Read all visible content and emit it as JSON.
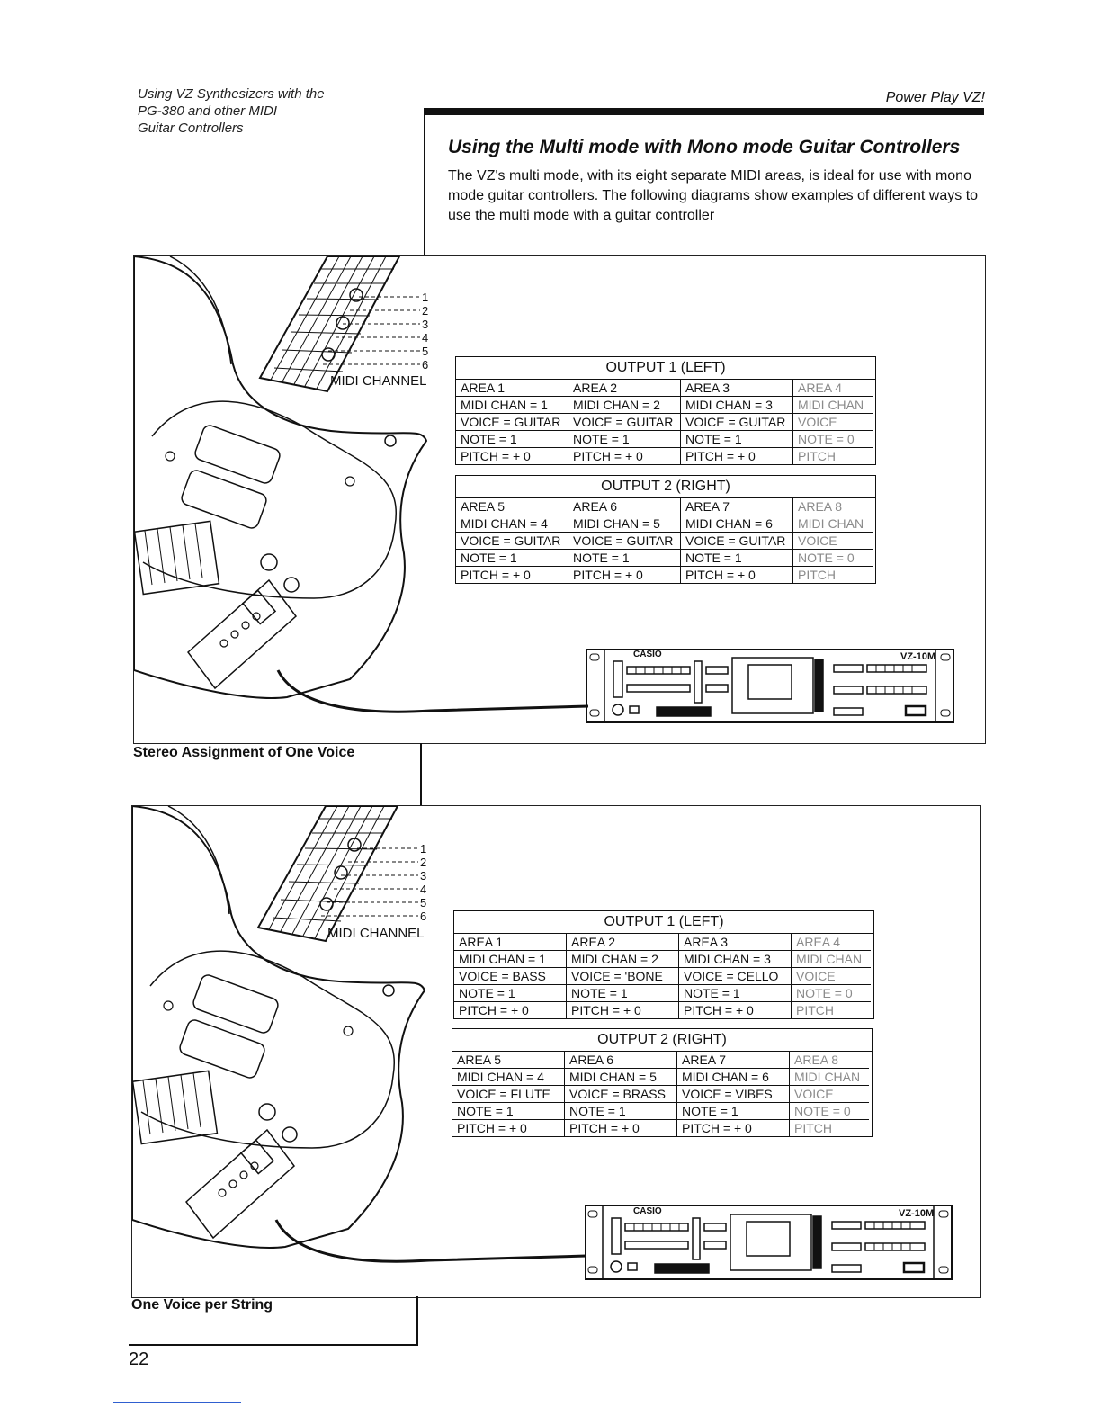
{
  "header": {
    "section_lines": [
      "Using VZ Synthesizers with the",
      "PG-380 and other MIDI",
      "Guitar Controllers"
    ],
    "book_title": "Power Play VZ!"
  },
  "section": {
    "heading": "Using the Multi mode with Mono mode Guitar Controllers",
    "intro": "The VZ's multi mode, with its eight separate MIDI areas, is ideal for use with mono mode guitar controllers. The following diagrams show examples of different ways to use the multi mode with a guitar controller"
  },
  "figures": [
    {
      "caption": "Stereo Assignment of One Voice",
      "string_numbers": [
        "1",
        "2",
        "3",
        "4",
        "5",
        "6"
      ],
      "midi_channel_label": "MIDI CHANNEL",
      "device": {
        "brand": "CASIO",
        "model": "VZ-10M"
      },
      "outputs": [
        {
          "title": "OUTPUT 1 (LEFT)",
          "areas": [
            [
              "AREA 1",
              "MIDI CHAN = 1",
              "VOICE = GUITAR",
              "NOTE = 1",
              "PITCH = + 0"
            ],
            [
              "AREA 2",
              "MIDI CHAN = 2",
              "VOICE = GUITAR",
              "NOTE = 1",
              "PITCH = + 0"
            ],
            [
              "AREA 3",
              "MIDI CHAN = 3",
              "VOICE = GUITAR",
              "NOTE = 1",
              "PITCH = + 0"
            ],
            [
              "AREA 4",
              "MIDI CHAN",
              "VOICE",
              "NOTE = 0",
              "PITCH"
            ]
          ]
        },
        {
          "title": "OUTPUT 2 (RIGHT)",
          "areas": [
            [
              "AREA 5",
              "MIDI CHAN = 4",
              "VOICE = GUITAR",
              "NOTE = 1",
              "PITCH = + 0"
            ],
            [
              "AREA 6",
              "MIDI CHAN = 5",
              "VOICE = GUITAR",
              "NOTE = 1",
              "PITCH = + 0"
            ],
            [
              "AREA 7",
              "MIDI CHAN = 6",
              "VOICE = GUITAR",
              "NOTE = 1",
              "PITCH = + 0"
            ],
            [
              "AREA 8",
              "MIDI CHAN",
              "VOICE",
              "NOTE = 0",
              "PITCH"
            ]
          ]
        }
      ]
    },
    {
      "caption": "One Voice per String",
      "string_numbers": [
        "1",
        "2",
        "3",
        "4",
        "5",
        "6"
      ],
      "midi_channel_label": "MIDI CHANNEL",
      "device": {
        "brand": "CASIO",
        "model": "VZ-10M"
      },
      "outputs": [
        {
          "title": "OUTPUT 1 (LEFT)",
          "areas": [
            [
              "AREA 1",
              "MIDI CHAN = 1",
              "VOICE = BASS",
              "NOTE = 1",
              "PITCH = + 0"
            ],
            [
              "AREA 2",
              "MIDI CHAN = 2",
              "VOICE = 'BONE",
              "NOTE = 1",
              "PITCH = + 0"
            ],
            [
              "AREA 3",
              "MIDI CHAN = 3",
              "VOICE = CELLO",
              "NOTE = 1",
              "PITCH = + 0"
            ],
            [
              "AREA 4",
              "MIDI CHAN",
              "VOICE",
              "NOTE = 0",
              "PITCH"
            ]
          ]
        },
        {
          "title": "OUTPUT 2 (RIGHT)",
          "areas": [
            [
              "AREA 5",
              "MIDI CHAN = 4",
              "VOICE = FLUTE",
              "NOTE = 1",
              "PITCH = + 0"
            ],
            [
              "AREA 6",
              "MIDI CHAN = 5",
              "VOICE = BRASS",
              "NOTE = 1",
              "PITCH = + 0"
            ],
            [
              "AREA 7",
              "MIDI CHAN = 6",
              "VOICE = VIBES",
              "NOTE = 1",
              "PITCH = + 0"
            ],
            [
              "AREA 8",
              "MIDI CHAN",
              "VOICE",
              "NOTE = 0",
              "PITCH"
            ]
          ]
        }
      ]
    }
  ],
  "page_number": "22"
}
